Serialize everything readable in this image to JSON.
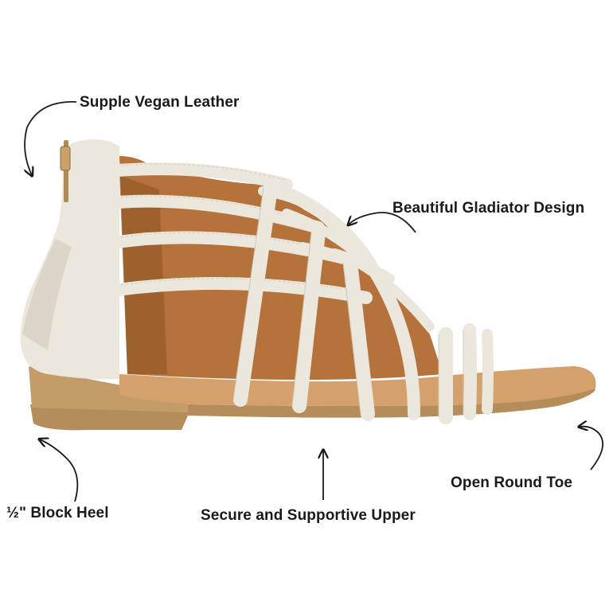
{
  "annotations": {
    "leather": "Supple Vegan Leather",
    "gladiator": "Beautiful Gladiator Design",
    "toe": "Open Round Toe",
    "heel": "½\" Block Heel",
    "upper": "Secure and Supportive Upper"
  },
  "colors": {
    "upper": "#ece7dc",
    "upper_shadow": "#d6cfc1",
    "lining": "#b5733b",
    "lining_dark": "#8b5225",
    "footbed": "#d4a06b",
    "sole": "#b58d5a",
    "zipper": "#c9a16a"
  }
}
